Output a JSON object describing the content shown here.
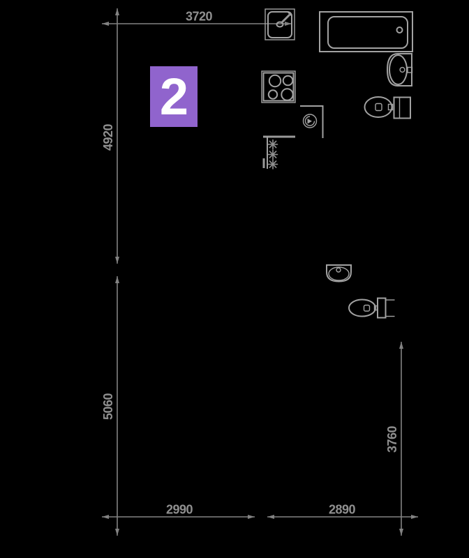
{
  "unit_badge": {
    "number": "2",
    "color": "#9064cd",
    "number_color": "#ffffff"
  },
  "dimensions": {
    "top_width": "3720",
    "left_upper_height": "4920",
    "left_lower_height": "5060",
    "right_height": "3760",
    "bottom_left_width": "2990",
    "bottom_right_width": "2890"
  },
  "colors": {
    "dimension_line": "#828282",
    "dimension_text": "#8f8f8f",
    "fixture_line": "#a2a2a2",
    "background": "#000000"
  },
  "fixtures": [
    "kitchen-sink",
    "stove",
    "water-heater",
    "refrigerator",
    "bathtub",
    "bathroom-sink",
    "toilet",
    "bathroom-2-sink",
    "bathroom-2-toilet"
  ]
}
